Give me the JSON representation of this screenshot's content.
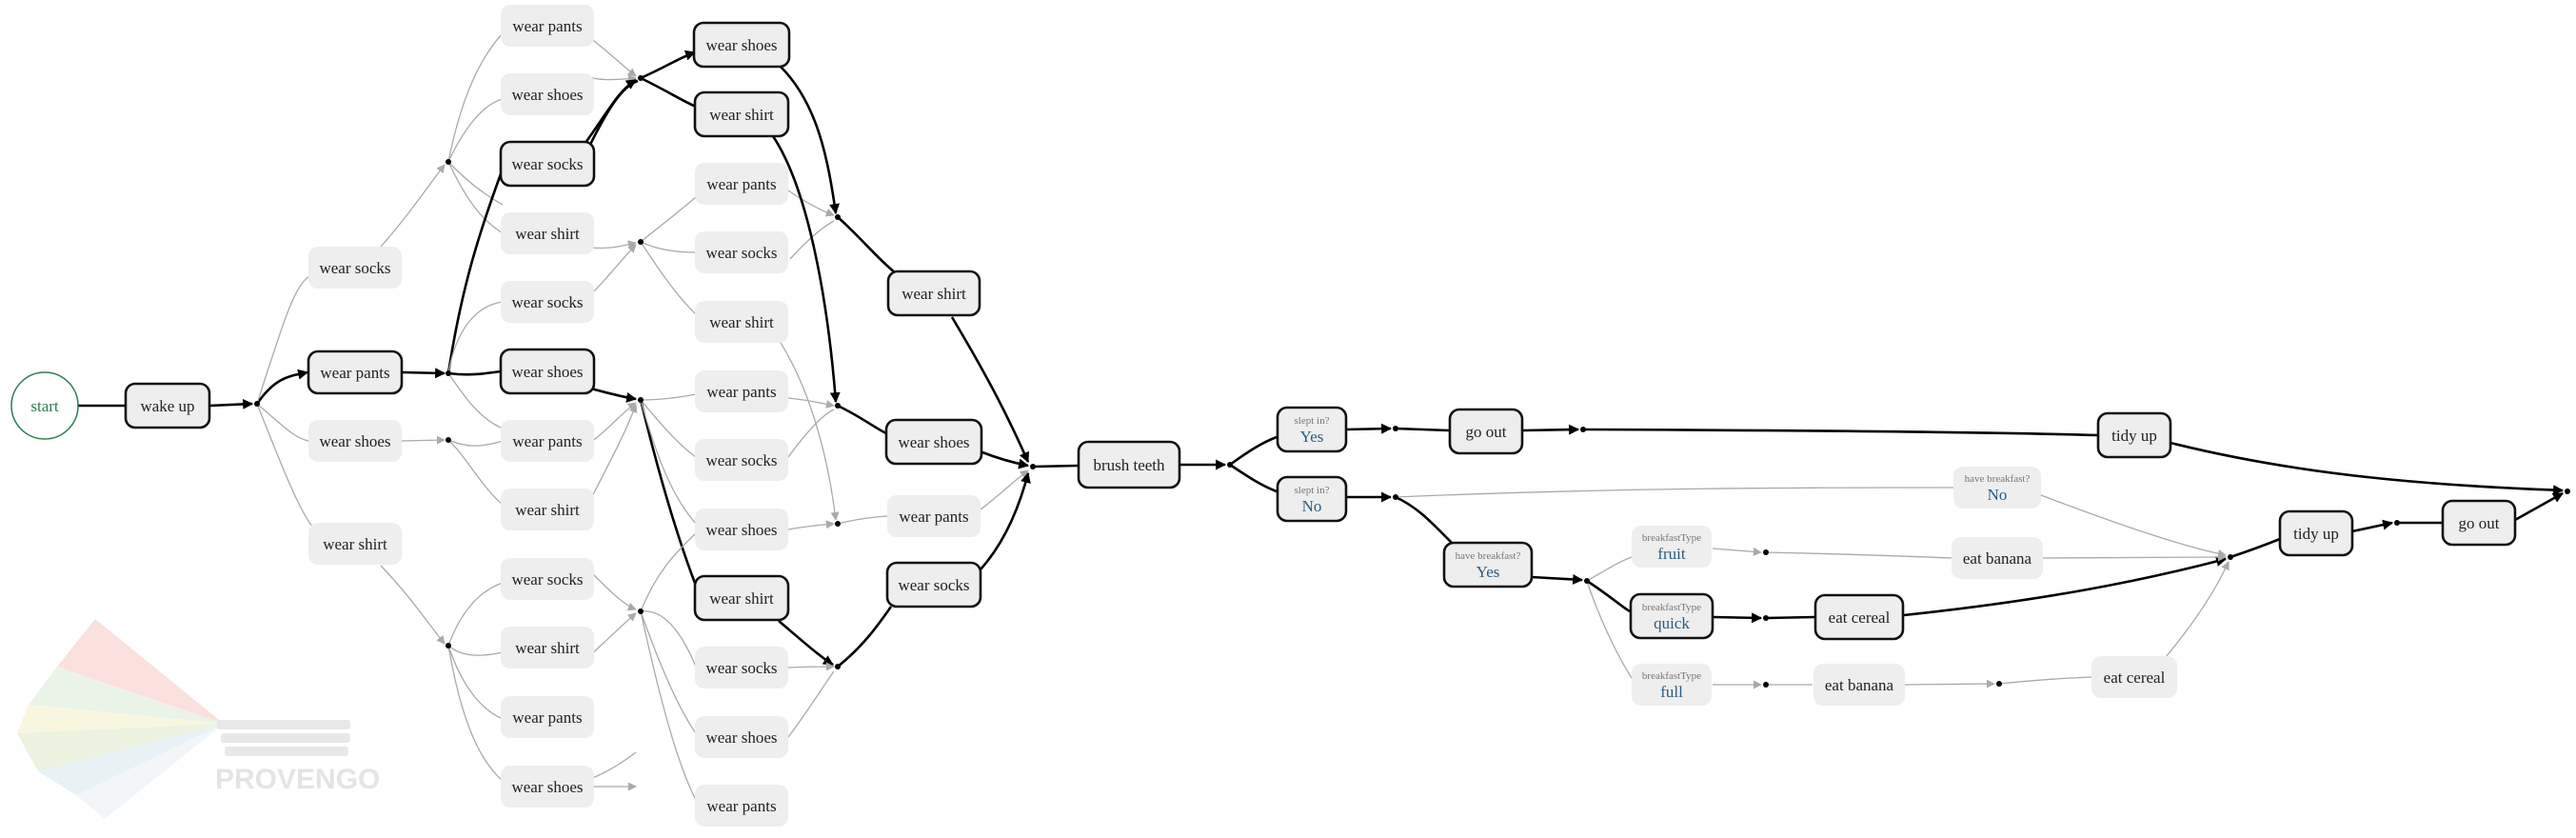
{
  "diagram": {
    "start_label": "start",
    "watermark_text": "PROVENGO",
    "colors": {
      "start_stroke": "#2e7d4f",
      "start_text": "#2e7d4f",
      "node_fill": "#eeeeee",
      "active_stroke": "#111111",
      "inactive_text": "#222222",
      "edge_active": "#000000",
      "edge_inactive": "#aaaaaa",
      "choice_value": "#2a5c80",
      "choice_caption": "#777777"
    },
    "nodes": {
      "start": {
        "label": "start"
      },
      "wake_up": {
        "label": "wake up"
      },
      "wear_socks_1": {
        "label": "wear socks"
      },
      "wear_pants_1": {
        "label": "wear pants"
      },
      "wear_shoes_1": {
        "label": "wear shoes"
      },
      "wear_shirt_1": {
        "label": "wear shirt"
      },
      "c2_pants_a": {
        "label": "wear pants"
      },
      "c2_shoes_a": {
        "label": "wear shoes"
      },
      "c2_socks_b": {
        "label": "wear socks"
      },
      "c2_shirt_a": {
        "label": "wear shirt"
      },
      "c2_socks_c": {
        "label": "wear socks"
      },
      "c2_shoes_b": {
        "label": "wear shoes"
      },
      "c2_pants_b": {
        "label": "wear pants"
      },
      "c2_shirt_b": {
        "label": "wear shirt"
      },
      "c2_socks_d": {
        "label": "wear socks"
      },
      "c2_shirt_c": {
        "label": "wear shirt"
      },
      "c2_pants_c": {
        "label": "wear pants"
      },
      "c2_shoes_c": {
        "label": "wear shoes"
      },
      "c3_shoes_a": {
        "label": "wear shoes"
      },
      "c3_shirt_a": {
        "label": "wear shirt"
      },
      "c3_pants_a": {
        "label": "wear pants"
      },
      "c3_socks_a": {
        "label": "wear socks"
      },
      "c3_shirt_b": {
        "label": "wear shirt"
      },
      "c3_pants_b": {
        "label": "wear pants"
      },
      "c3_socks_b": {
        "label": "wear socks"
      },
      "c3_shoes_b": {
        "label": "wear shoes"
      },
      "c3_shirt_c": {
        "label": "wear shirt"
      },
      "c3_socks_c": {
        "label": "wear socks"
      },
      "c3_shoes_c": {
        "label": "wear shoes"
      },
      "c3_pants_c": {
        "label": "wear pants"
      },
      "c4_shirt": {
        "label": "wear shirt"
      },
      "c4_shoes": {
        "label": "wear shoes"
      },
      "c4_pants": {
        "label": "wear pants"
      },
      "c4_socks": {
        "label": "wear socks"
      },
      "brush_teeth": {
        "label": "brush teeth"
      },
      "slept_yes": {
        "caption": "slept in?",
        "value": "Yes"
      },
      "slept_no": {
        "caption": "slept in?",
        "value": "No"
      },
      "go_out_1": {
        "label": "go out"
      },
      "tidy_up_1": {
        "label": "tidy up"
      },
      "bf_yes": {
        "caption": "have breakfast?",
        "value": "Yes"
      },
      "bf_no": {
        "caption": "have breakfast?",
        "value": "No"
      },
      "bt_fruit": {
        "caption": "breakfastType",
        "value": "fruit"
      },
      "bt_quick": {
        "caption": "breakfastType",
        "value": "quick"
      },
      "bt_full": {
        "caption": "breakfastType",
        "value": "full"
      },
      "eat_banana_1": {
        "label": "eat banana"
      },
      "eat_cereal_1": {
        "label": "eat cereal"
      },
      "eat_banana_2": {
        "label": "eat banana"
      },
      "eat_cereal_2": {
        "label": "eat cereal"
      },
      "tidy_up_2": {
        "label": "tidy up"
      },
      "go_out_2": {
        "label": "go out"
      }
    }
  }
}
